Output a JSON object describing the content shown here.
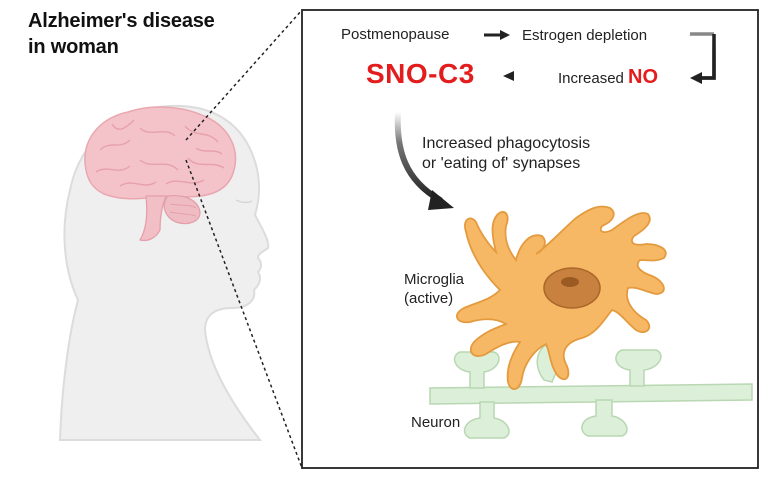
{
  "title": {
    "line1": "Alzheimer's disease",
    "line2": "in woman"
  },
  "pathway": {
    "step1": "Postmenopause",
    "step2": "Estrogen depletion",
    "step3_prefix": "Increased",
    "step3_highlight": "NO",
    "result": "SNO-C3",
    "effect_line1": "Increased phagocytosis",
    "effect_line2": "or 'eating of' synapses"
  },
  "labels": {
    "microglia_line1": "Microglia",
    "microglia_line2": "(active)",
    "neuron": "Neuron"
  },
  "colors": {
    "highlight_red": "#e31d1d",
    "brain_pink": "#f2b8c0",
    "head_gray": "#ededed",
    "microglia_orange": "#f6b865",
    "nucleus_brown": "#c9813f",
    "neuron_green": "#dcefd8"
  }
}
